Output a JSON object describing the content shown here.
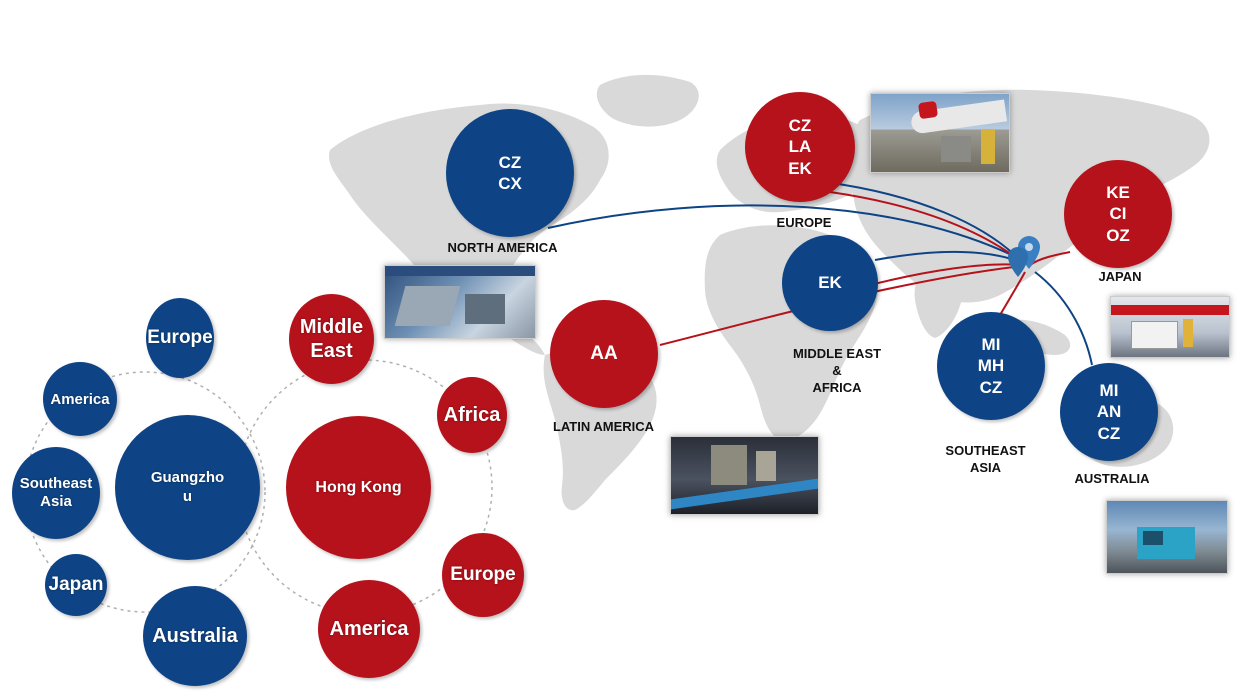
{
  "colors": {
    "blue": "#0e4485",
    "red": "#b5121b",
    "map": "#d9d9d9"
  },
  "hubs": {
    "guangzhou": {
      "label": "Guangzho\nu",
      "destinations": [
        "Europe",
        "America",
        "Southeast Asia",
        "Japan",
        "Australia"
      ]
    },
    "hongkong": {
      "label": "Hong Kong",
      "destinations": [
        "Middle East",
        "Africa",
        "Europe",
        "America"
      ]
    }
  },
  "regions": [
    {
      "id": "north-america",
      "label": "NORTH AMERICA",
      "codes": [
        "CZ",
        "CX"
      ],
      "color": "blue"
    },
    {
      "id": "europe",
      "label": "EUROPE",
      "codes": [
        "CZ",
        "LA",
        "EK"
      ],
      "color": "red"
    },
    {
      "id": "japan",
      "label": "JAPAN",
      "codes": [
        "KE",
        "CI",
        "OZ"
      ],
      "color": "red"
    },
    {
      "id": "middle-east-africa",
      "label": "MIDDLE EAST\n&\nAFRICA",
      "codes": [
        "EK"
      ],
      "color": "blue"
    },
    {
      "id": "latin-america",
      "label": "LATIN AMERICA",
      "codes": [
        "AA"
      ],
      "color": "red"
    },
    {
      "id": "southeast-asia",
      "label": "SOUTHEAST\nASIA",
      "codes": [
        "MI",
        "MH",
        "CZ"
      ],
      "color": "blue"
    },
    {
      "id": "australia",
      "label": "AUSTRALIA",
      "codes": [
        "MI",
        "AN",
        "CZ"
      ],
      "color": "blue"
    }
  ]
}
